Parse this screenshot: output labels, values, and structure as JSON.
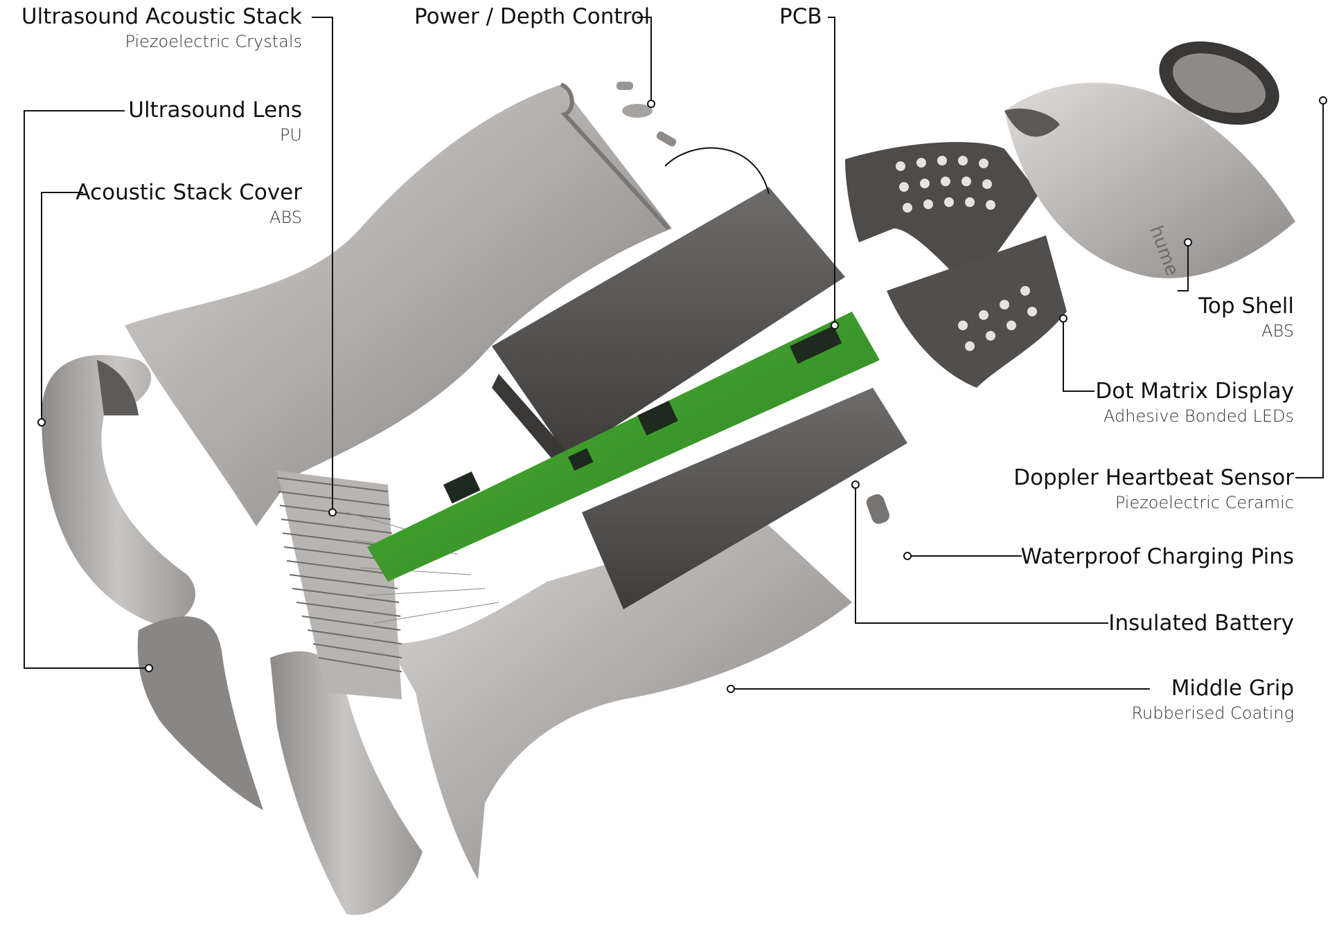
{
  "labels": {
    "ultrasound_acoustic_stack": {
      "title": "Ultrasound Acoustic Stack",
      "sub": "Piezoelectric Crystals"
    },
    "ultrasound_lens": {
      "title": "Ultrasound Lens",
      "sub": "PU"
    },
    "acoustic_stack_cover": {
      "title": "Acoustic Stack Cover",
      "sub": "ABS"
    },
    "power_depth_control": {
      "title": "Power / Depth Control"
    },
    "pcb": {
      "title": "PCB"
    },
    "top_shell": {
      "title": "Top Shell",
      "sub": "ABS"
    },
    "dot_matrix_display": {
      "title": "Dot Matrix Display",
      "sub": "Adhesive Bonded LEDs"
    },
    "doppler_heartbeat_sensor": {
      "title": "Doppler Heartbeat Sensor",
      "sub": "Piezoelectric Ceramic"
    },
    "waterproof_charging_pins": {
      "title": "Waterproof Charging Pins"
    },
    "insulated_battery": {
      "title": "Insulated Battery"
    },
    "middle_grip": {
      "title": "Middle Grip",
      "sub": "Rubberised Coating"
    }
  },
  "brand_mark": "hume",
  "colors": {
    "shell_light": "#cfccc9",
    "shell_mid": "#a9a5a2",
    "shell_dark": "#6e6a67",
    "battery": "#5b5957",
    "pcb_green": "#3a9a2a",
    "display_dark": "#4a4744",
    "led": "#e9e6df",
    "leader": "#111111"
  }
}
